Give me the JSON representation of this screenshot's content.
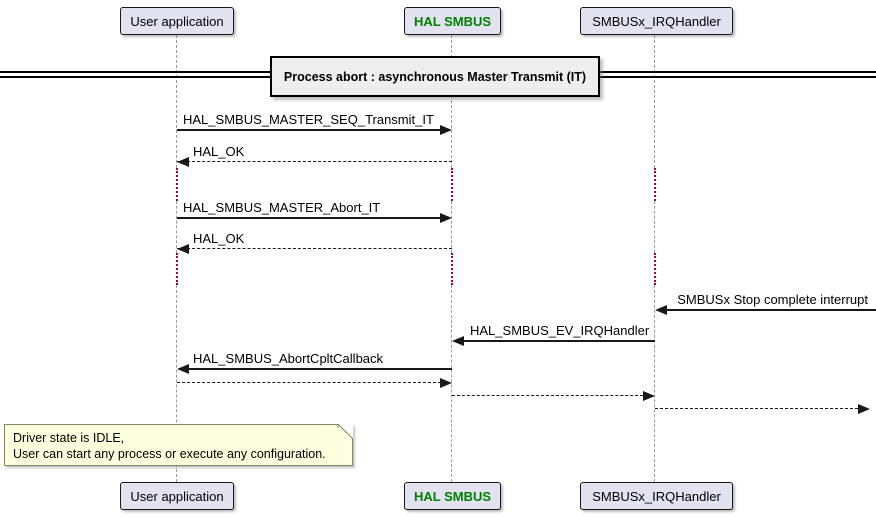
{
  "diagram": {
    "type": "sequence-diagram",
    "title": "Process abort : asynchronous Master Transmit (IT)"
  },
  "participants": {
    "user_app": {
      "label": "User application"
    },
    "hal_smbus": {
      "label": "HAL SMBUS"
    },
    "irq_handler": {
      "label": "SMBUSx_IRQHandler"
    }
  },
  "messages": [
    {
      "label": "HAL_SMBUS_MASTER_SEQ_Transmit_IT",
      "from": "User application",
      "to": "HAL SMBUS",
      "line": "solid"
    },
    {
      "label": "HAL_OK",
      "from": "HAL SMBUS",
      "to": "User application",
      "line": "dashed"
    },
    {
      "label": "HAL_SMBUS_MASTER_Abort_IT",
      "from": "User application",
      "to": "HAL SMBUS",
      "line": "solid"
    },
    {
      "label": "HAL_OK",
      "from": "HAL SMBUS",
      "to": "User application",
      "line": "dashed"
    },
    {
      "label": "SMBUSx Stop complete interrupt",
      "from": "external",
      "to": "SMBUSx_IRQHandler",
      "line": "solid"
    },
    {
      "label": "HAL_SMBUS_EV_IRQHandler",
      "from": "SMBUSx_IRQHandler",
      "to": "HAL SMBUS",
      "line": "solid"
    },
    {
      "label": "HAL_SMBUS_AbortCpltCallback",
      "from": "HAL SMBUS",
      "to": "User application",
      "line": "solid"
    },
    {
      "label": "",
      "from": "User application",
      "to": "HAL SMBUS",
      "line": "dashed"
    },
    {
      "label": "",
      "from": "HAL SMBUS",
      "to": "SMBUSx_IRQHandler",
      "line": "dashed"
    },
    {
      "label": "",
      "from": "SMBUSx_IRQHandler",
      "to": "external",
      "line": "dashed"
    }
  ],
  "note": {
    "line1": "Driver state is IDLE,",
    "line2": "User can start any process or execute any configuration."
  },
  "colors": {
    "participant_fill": "#E2E2F0",
    "participant_border": "#181818",
    "hal_smbus_text": "#008000",
    "title_fill": "#EEEEEE",
    "note_fill": "#FEFFDD",
    "lifeline": "#999999",
    "delay_dots": "#A80036",
    "arrow": "#181818"
  }
}
